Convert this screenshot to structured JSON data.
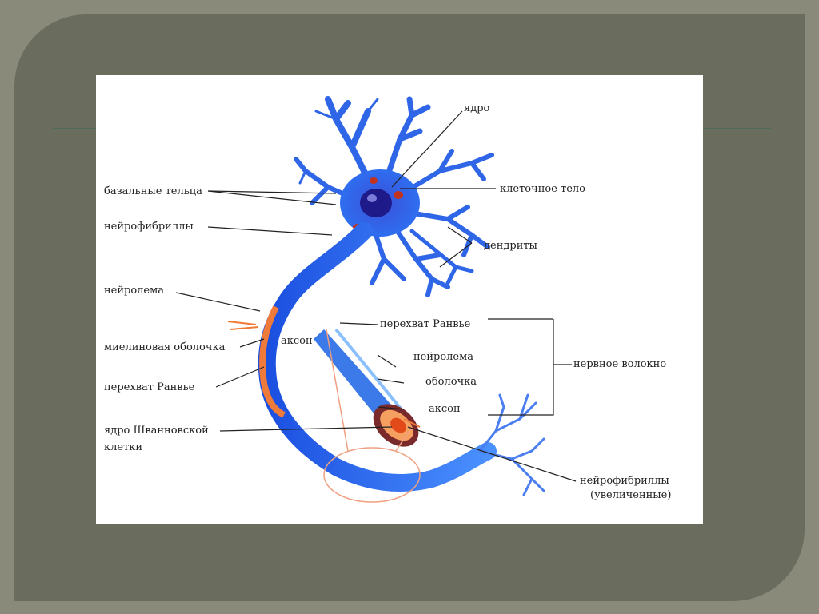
{
  "labels": {
    "nucleus": "ядро",
    "basal_bodies": "базальные тельца",
    "cell_body": "клеточное тело",
    "neurofibrils": "нейрофибриллы",
    "dendrites": "дендриты",
    "neurolemma_left": "нейролема",
    "myelin_sheath": "миелиновая оболочка",
    "axon_left": "аксон",
    "node_ranvier_left": "перехват Ранвье",
    "schwann_nucleus_1": "ядро Шванновской",
    "schwann_nucleus_2": "клетки",
    "node_ranvier_right": "перехват Ранвье",
    "neurolemma_right": "нейролема",
    "sheath": "оболочка",
    "axon_right": "аксон",
    "nerve_fiber": "нервное волокно",
    "neurofibrils_enlarged_1": "нейрофибриллы",
    "neurofibrils_enlarged_2": "(увеличенные)"
  },
  "colors": {
    "background": "#6a6c5d",
    "neuron_blue": "#2f5fe0",
    "neuron_light": "#5aa8ff",
    "nucleus_dark": "#1e1a8a",
    "myelin_orange": "#f07a3a",
    "leader_line": "#222222"
  }
}
